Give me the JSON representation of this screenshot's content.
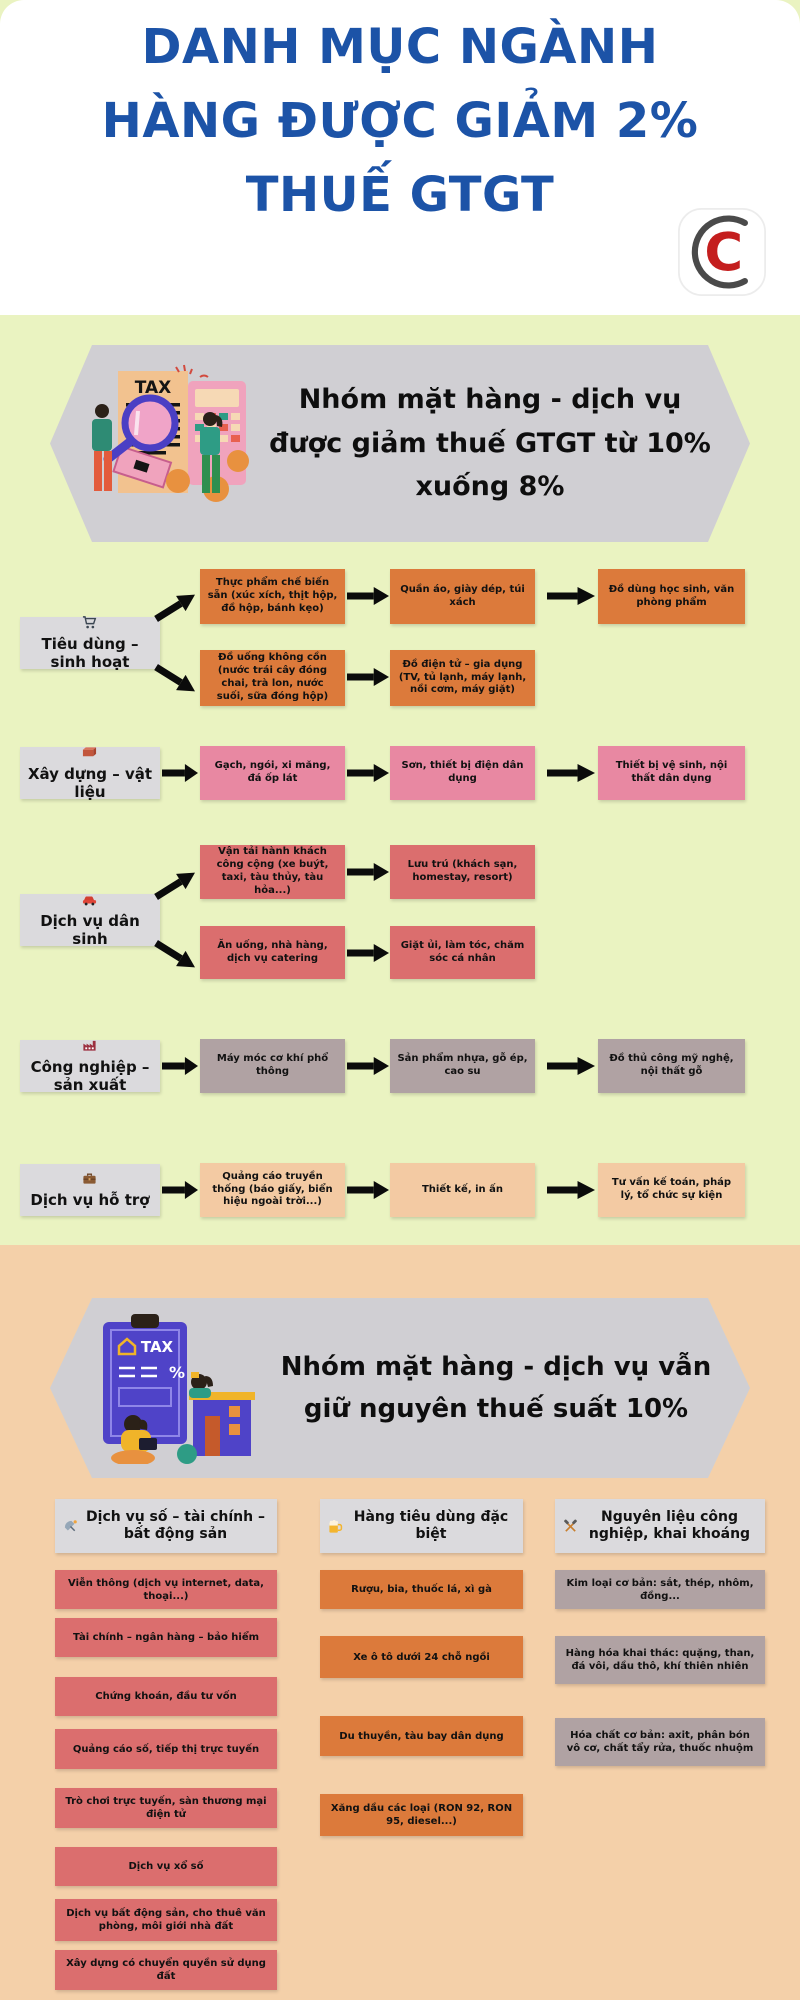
{
  "page": {
    "title_lines": [
      "DANH MỤC NGÀNH",
      "HÀNG ĐƯỢC GIẢM 2%",
      "THUẾ GTGT"
    ],
    "logo_text": "C"
  },
  "colors": {
    "title_blue": "#1c53a7",
    "section1_bg": "#eaf3c1",
    "section2_bg": "#f4d0a9",
    "banner_gray": "#d0cfd3",
    "label_gray": "#dbdadd",
    "orange": "#dc7a3b",
    "pink": "#e888a2",
    "salmon": "#db6e6e",
    "mauve": "#b0a2a3",
    "peach": "#f3caa3"
  },
  "section1": {
    "banner": {
      "tax_label": "TAX",
      "title": "Nhóm mặt hàng - dịch vụ được giảm thuế GTGT từ 10% xuống 8%"
    },
    "rows": [
      {
        "label": "Tiêu dùng – sinh hoạt",
        "icon": "cart-icon",
        "branches": [
          [
            "Thực phẩm chế biến sẵn (xúc xích, thịt hộp, đồ hộp, bánh kẹo)",
            "Quần áo, giày dép, túi xách",
            "Đồ dùng học sinh, văn phòng phẩm"
          ],
          [
            "Đồ uống không cồn (nước trái cây đóng chai, trà lon, nước suối, sữa đóng hộp)",
            "Đồ điện tử – gia dụng (TV, tủ lạnh, máy lạnh, nồi cơm, máy giặt)"
          ]
        ]
      },
      {
        "label": "Xây dựng – vật liệu",
        "icon": "brick-icon",
        "branches": [
          [
            "Gạch, ngói, xi măng, đá ốp lát",
            "Sơn, thiết bị điện dân dụng",
            "Thiết bị vệ sinh, nội thất dân dụng"
          ]
        ]
      },
      {
        "label": "Dịch vụ dân sinh",
        "icon": "car-icon",
        "branches": [
          [
            "Vận tải hành khách công cộng (xe buýt, taxi, tàu thủy, tàu hỏa...)",
            "Lưu trú (khách sạn, homestay, resort)"
          ],
          [
            "Ăn uống, nhà hàng, dịch vụ catering",
            "Giặt ủi, làm tóc, chăm sóc cá nhân"
          ]
        ]
      },
      {
        "label": "Công nghiệp – sản xuất",
        "icon": "factory-icon",
        "branches": [
          [
            "Máy móc cơ khí phổ thông",
            "Sản phẩm nhựa, gỗ ép, cao su",
            "Đồ thủ công mỹ nghệ, nội thất gỗ"
          ]
        ]
      },
      {
        "label": "Dịch vụ hỗ trợ",
        "icon": "briefcase-icon",
        "branches": [
          [
            "Quảng cáo truyền thống (báo giấy, biển hiệu ngoài trời...)",
            "Thiết kế, in ấn",
            "Tư vấn kế toán, pháp lý, tổ chức sự kiện"
          ]
        ]
      }
    ]
  },
  "section2": {
    "banner": {
      "tax_label": "TAX",
      "title": "Nhóm mặt hàng - dịch vụ vẫn giữ nguyên thuế suất 10%"
    },
    "columns": [
      {
        "header": "Dịch vụ số – tài chính – bất động sản",
        "icon": "satellite-icon",
        "items": [
          "Viễn thông (dịch vụ internet, data, thoại...)",
          "Tài chính – ngân hàng – bảo hiểm",
          "Chứng khoán, đầu tư vốn",
          "Quảng cáo số, tiếp thị trực tuyến",
          "Trò chơi trực tuyến, sàn thương mại điện tử",
          "Dịch vụ xổ số",
          "Dịch vụ bất động sản, cho thuê văn phòng, môi giới nhà đất",
          "Xây dựng có chuyển quyền sử dụng đất"
        ]
      },
      {
        "header": "Hàng tiêu dùng đặc biệt",
        "icon": "beer-icon",
        "items": [
          "Rượu, bia, thuốc lá, xì gà",
          "Xe ô tô dưới 24 chỗ ngồi",
          "Du thuyền, tàu bay dân dụng",
          "Xăng dầu các loại (RON 92, RON 95, diesel...)"
        ]
      },
      {
        "header": "Nguyên liệu công nghiệp, khai khoáng",
        "icon": "pick-hammer-icon",
        "items": [
          "Kim loại cơ bản: sắt, thép, nhôm, đồng...",
          "Hàng hóa khai thác: quặng, than, đá vôi, dầu thô, khí thiên nhiên",
          "Hóa chất cơ bản: axit, phân bón vô cơ, chất tẩy rửa, thuốc nhuộm"
        ]
      }
    ]
  }
}
